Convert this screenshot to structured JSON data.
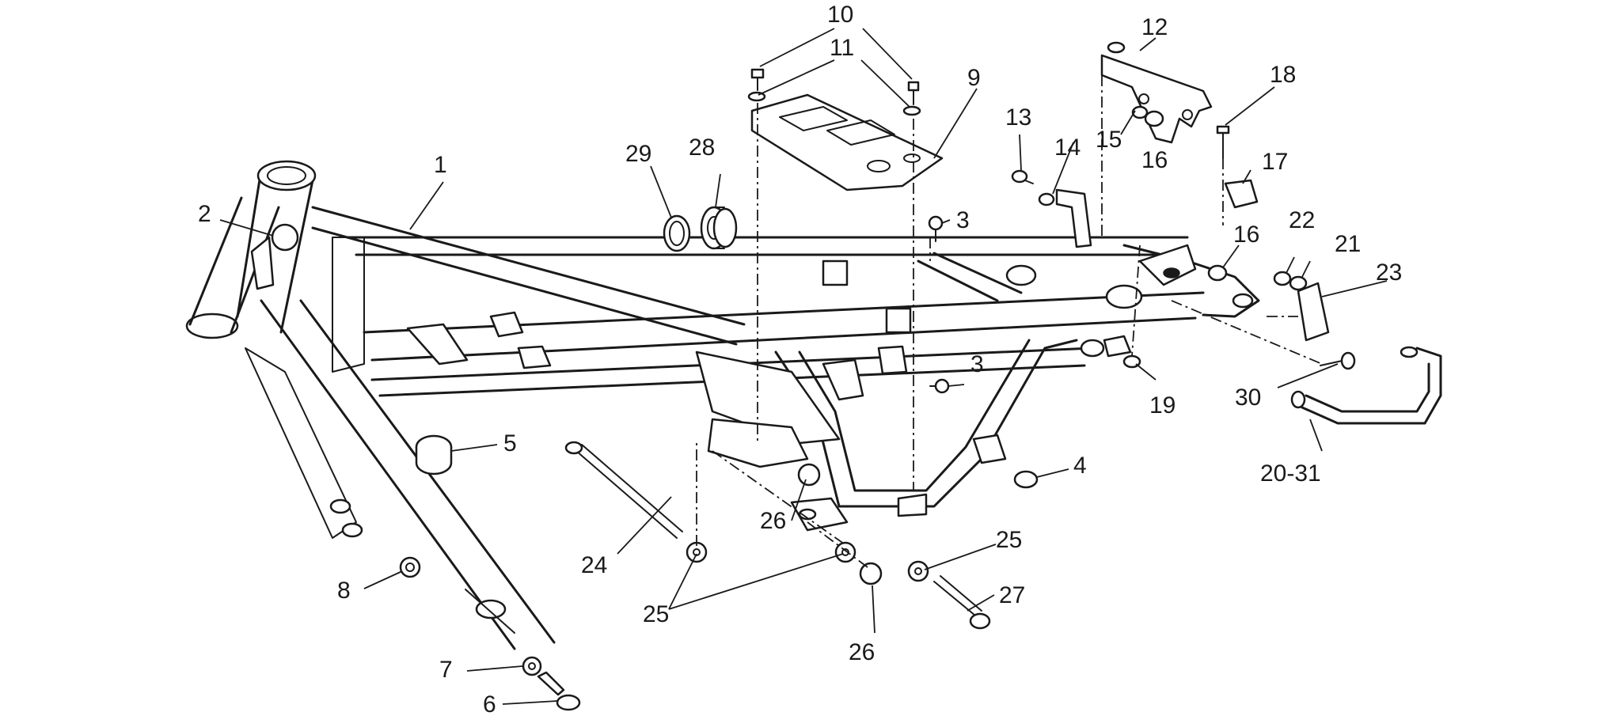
{
  "callouts": {
    "c1": "1",
    "c2": "2",
    "c3a": "3",
    "c3b": "3",
    "c4": "4",
    "c5": "5",
    "c6": "6",
    "c7": "7",
    "c8": "8",
    "c9": "9",
    "c10": "10",
    "c11": "11",
    "c12": "12",
    "c13": "13",
    "c14": "14",
    "c15": "15",
    "c16a": "16",
    "c16b": "16",
    "c17": "17",
    "c18": "18",
    "c19": "19",
    "c20": "20-31",
    "c21": "21",
    "c22": "22",
    "c23": "23",
    "c24": "24",
    "c25a": "25",
    "c25b": "25",
    "c26a": "26",
    "c26b": "26",
    "c27": "27",
    "c28": "28",
    "c29": "29",
    "c30": "30"
  }
}
